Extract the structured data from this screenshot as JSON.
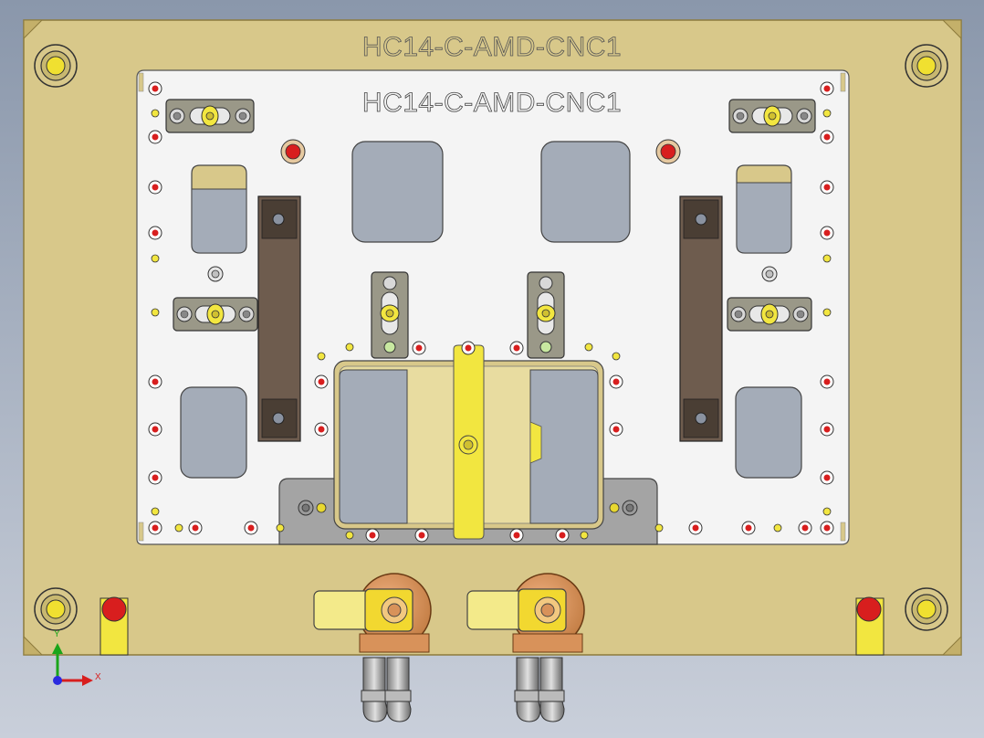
{
  "viewport": {
    "background_top": "#8a97ab",
    "background_bottom": "#c9cfda"
  },
  "fixture": {
    "base_plate_label": "HC14-C-AMD-CNC1",
    "top_plate_label": "HC14-C-AMD-CNC1"
  },
  "colors": {
    "base_plate": "#d8c88a",
    "base_edge": "#8c7a3c",
    "top_plate": "#f3f3f3",
    "pocket": "#a4acb8",
    "clamp_bar": "#6e5c4e",
    "locator_yellow": "#e6d23a",
    "pin_red": "#d81e1e",
    "bushing_copper": "#d8925a",
    "handle_yellow": "#f3ea8a"
  },
  "axis_triad": {
    "x_label": "X",
    "y_label": "Y",
    "icons": [
      "x-axis-arrow-icon",
      "y-axis-arrow-icon",
      "z-axis-dot-icon"
    ]
  }
}
